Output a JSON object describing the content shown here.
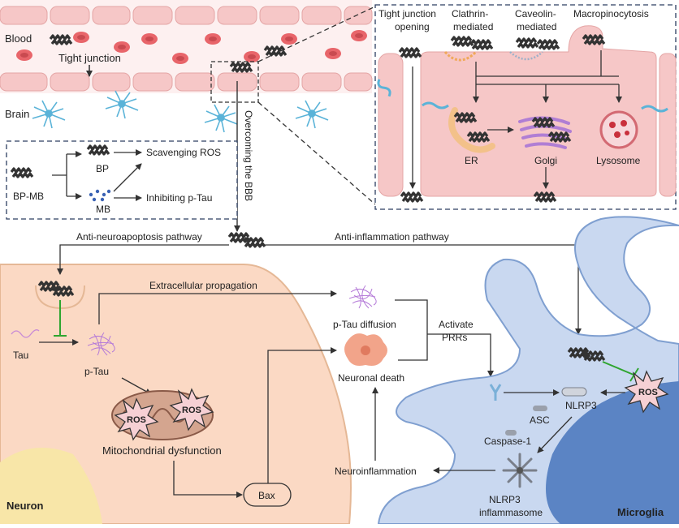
{
  "bbb": {
    "blood": "Blood",
    "tight_junction": "Tight junction",
    "brain": "Brain",
    "overcoming": "Overcoming the BBB"
  },
  "legend": {
    "bp_mb": "BP-MB",
    "bp": "BP",
    "mb": "MB",
    "scavenging": "Scavenging ROS",
    "inhibiting": "Inhibiting p-Tau"
  },
  "transport": {
    "tight_junction_opening": [
      "Tight junction",
      "opening"
    ],
    "clathrin": [
      "Clathrin-",
      "mediated"
    ],
    "caveolin": [
      "Caveolin-",
      "mediated"
    ],
    "macropinocytosis": "Macropinocytosis",
    "er": "ER",
    "golgi": "Golgi",
    "lysosome": "Lysosome"
  },
  "pathways": {
    "anti_neuroapoptosis": "Anti-neuroapoptosis pathway",
    "anti_inflammation": "Anti-inflammation pathway"
  },
  "neuron": {
    "extracellular": "Extracellular propagation",
    "tau": "Tau",
    "p_tau": "p-Tau",
    "ros": "ROS",
    "mito": "Mitochondrial dysfunction",
    "bax": "Bax",
    "label": "Neuron"
  },
  "middle": {
    "p_tau_diffusion": "p-Tau diffusion",
    "neuronal_death": "Neuronal death",
    "activate_prrs": [
      "Activate",
      "PRRs"
    ],
    "neuroinflammation": "Neuroinflammation"
  },
  "microglia": {
    "nlrp3": "NLRP3",
    "asc": "ASC",
    "caspase": "Caspase-1",
    "inflammasome": [
      "NLRP3",
      "inflammasome"
    ],
    "ros": "ROS",
    "label": "Microglia"
  },
  "colors": {
    "vessel": "#f9dede",
    "cell": "#f6c7c7",
    "neuron": "#fbd9c4",
    "microglia": "#c9d8f0",
    "nucleus": "#5b84c4",
    "arrow": "#333333",
    "inhibit": "#2fa52f"
  }
}
